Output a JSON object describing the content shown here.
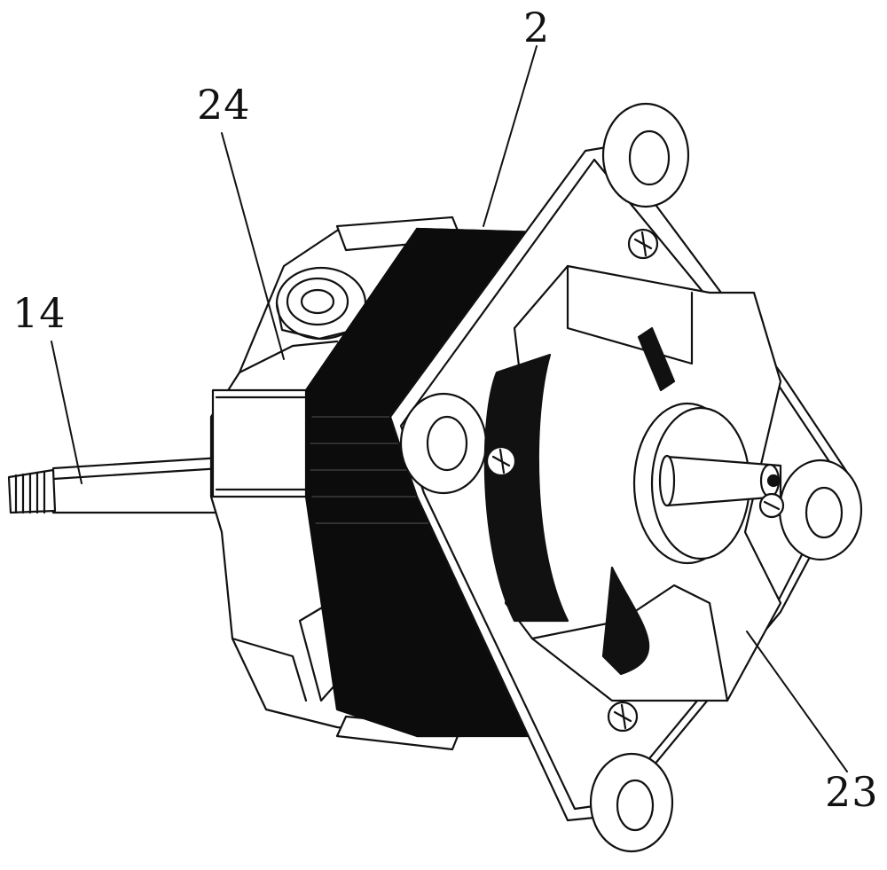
{
  "labels": {
    "part_2": "2",
    "part_24": "24",
    "part_14": "14",
    "part_23": "23"
  },
  "colors": {
    "line": "#111111",
    "coil": "#0c0c0c",
    "background": "#ffffff"
  }
}
